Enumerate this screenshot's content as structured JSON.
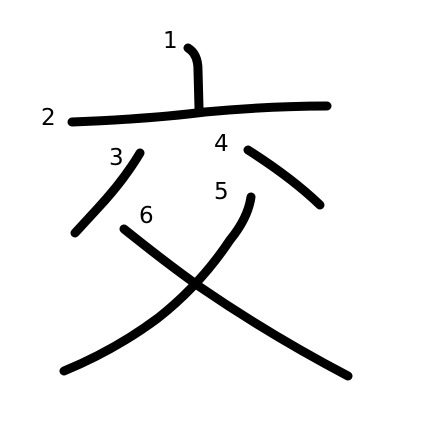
{
  "character": "交",
  "colors": {
    "background": "#ffffff",
    "stroke": "#000000",
    "number": "#000000"
  },
  "stroke_numbers": [
    "1",
    "2",
    "3",
    "4",
    "5",
    "6"
  ]
}
